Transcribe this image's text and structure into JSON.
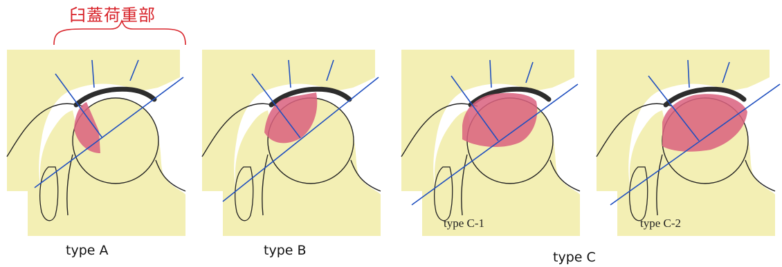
{
  "annotation": {
    "bracket_label": "臼蓋荷重部"
  },
  "panels": [
    {
      "id": "A",
      "caption": "type A",
      "sublabel": ""
    },
    {
      "id": "B",
      "caption": "type B",
      "sublabel": ""
    },
    {
      "id": "C1",
      "caption": "",
      "sublabel": "type C-1"
    },
    {
      "id": "C2",
      "caption": "",
      "sublabel": "type C-2"
    }
  ],
  "group_caption_c": "type C",
  "colors": {
    "bone": "#f3efb4",
    "outline": "#222222",
    "cartilage": "#2d2d2d",
    "necrosis": "#d9607e",
    "line": "#1f4fbf",
    "bracket": "#d8232a"
  }
}
